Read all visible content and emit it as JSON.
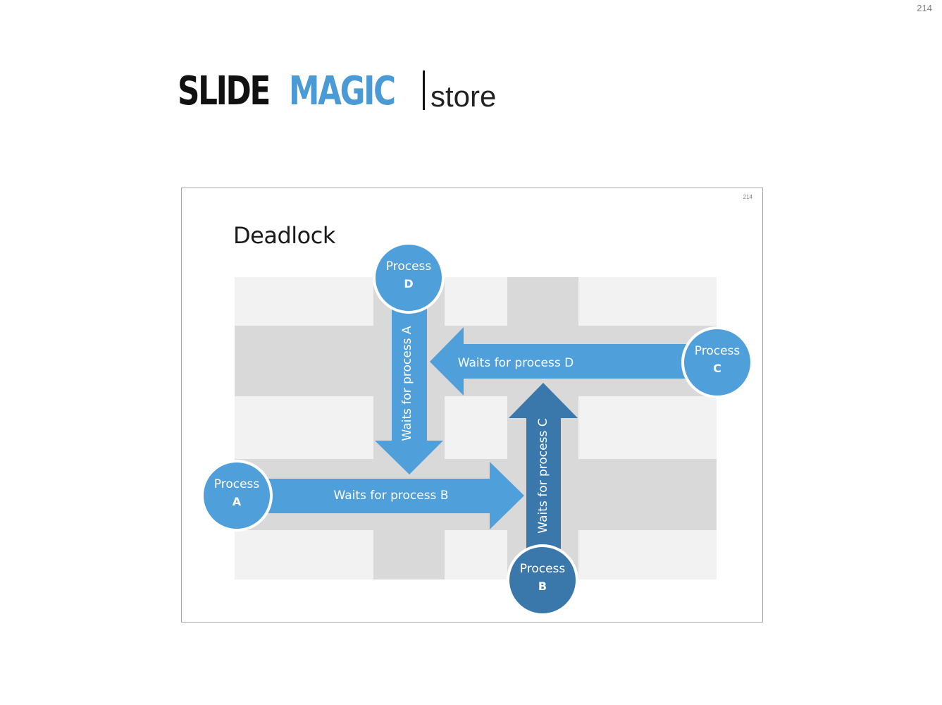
{
  "page": {
    "number": "214"
  },
  "logo": {
    "part1": "SLIDE",
    "part2": "MAGIC",
    "part3": "store"
  },
  "slide": {
    "number": "214",
    "title": "Deadlock",
    "nodes": [
      {
        "id": "A",
        "line1": "Process",
        "line2": "A"
      },
      {
        "id": "B",
        "line1": "Process",
        "line2": "B"
      },
      {
        "id": "C",
        "line1": "Process",
        "line2": "C"
      },
      {
        "id": "D",
        "line1": "Process",
        "line2": "D"
      }
    ],
    "edges": [
      {
        "from": "A",
        "to": "B",
        "label": "Waits for process B"
      },
      {
        "from": "B",
        "to": "C",
        "label": "Waits for process C"
      },
      {
        "from": "C",
        "to": "D",
        "label": "Waits for process D"
      },
      {
        "from": "D",
        "to": "A",
        "label": "Waits for process A"
      }
    ]
  },
  "colors": {
    "arrow": "#4f9fdb",
    "arrow_dark": "#3a78ab",
    "grid_light": "#f2f2f2",
    "grid_dark": "#d9d9d9",
    "node_border": "#ffffff",
    "accent": "#4a9ad6"
  }
}
